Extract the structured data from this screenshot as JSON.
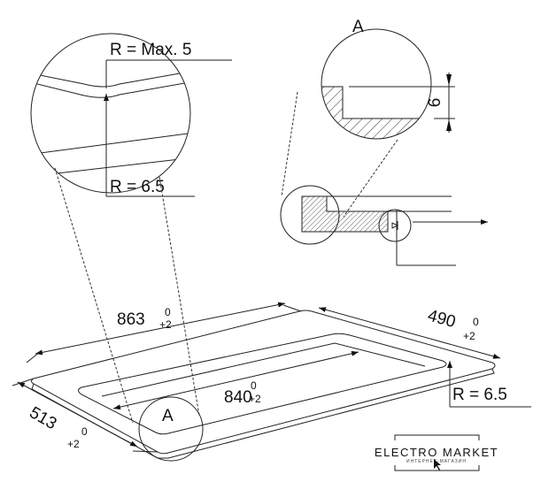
{
  "detail_top_left": {
    "radius_max": "R = Max. 5",
    "radius_outer": "R = 6.5"
  },
  "detail_a": {
    "label": "A",
    "depth": "6"
  },
  "plate": {
    "length": "863",
    "length_tol_upper": "0",
    "length_tol_lower": "+2",
    "width_right": "490",
    "width_right_tol_upper": "0",
    "width_right_tol_lower": "+2",
    "inner_length": "840",
    "inner_length_tol_upper": "0",
    "inner_length_tol_lower": "+2",
    "depth": "513",
    "depth_tol_upper": "0",
    "depth_tol_lower": "+2",
    "corner_radius": "R = 6.5",
    "detail_marker": "A"
  },
  "logo": {
    "name": "ELECTRO MARKET",
    "tagline": "ИНТЕРНЕТ-МАГАЗИН"
  }
}
